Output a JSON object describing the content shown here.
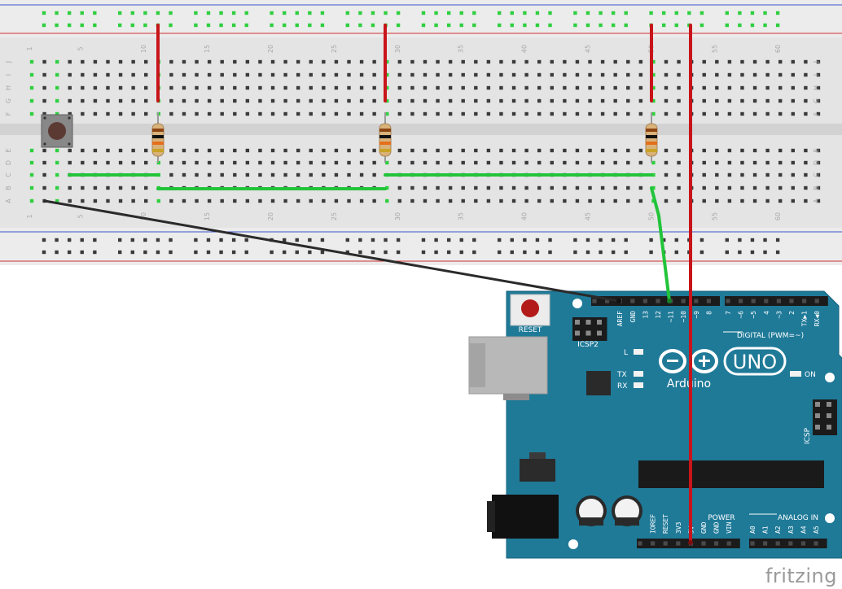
{
  "breadboard": {
    "column_numbers": [
      "1",
      "5",
      "10",
      "15",
      "20",
      "25",
      "30",
      "35",
      "40",
      "45",
      "50",
      "55",
      "60"
    ],
    "row_letters_top": [
      "J",
      "I",
      "H",
      "G",
      "F"
    ],
    "row_letters_bottom": [
      "E",
      "D",
      "C",
      "B",
      "A"
    ]
  },
  "arduino": {
    "reset_label": "RESET",
    "icsp2_label": "ICSP2",
    "icsp_label": "ICSP",
    "digital_label": "DIGITAL (PWM=~)",
    "brand_label": "Arduino",
    "uno_label": "UNO",
    "led_l": "L",
    "led_tx": "TX",
    "led_rx": "RX",
    "on_label": "ON",
    "power_label": "POWER",
    "analog_label": "ANALOG IN",
    "header_top_left": [
      "AREF",
      "GND",
      "13",
      "12",
      "~11",
      "~10",
      "~9",
      "8"
    ],
    "header_top_right": [
      "7",
      "~6",
      "~5",
      "4",
      "~3",
      "2",
      "TX▶1",
      "RX◀0"
    ],
    "header_power": [
      "IOREF",
      "RESET",
      "3V3",
      "5V",
      "GND",
      "GND",
      "VIN"
    ],
    "header_analog": [
      "A0",
      "A1",
      "A2",
      "A3",
      "A4",
      "A5"
    ]
  },
  "colors": {
    "board": "#1f7a98",
    "wire_red": "#c8141a",
    "wire_green": "#22c43a",
    "wire_black": "#2a2a2a"
  },
  "watermark": "fritzing"
}
